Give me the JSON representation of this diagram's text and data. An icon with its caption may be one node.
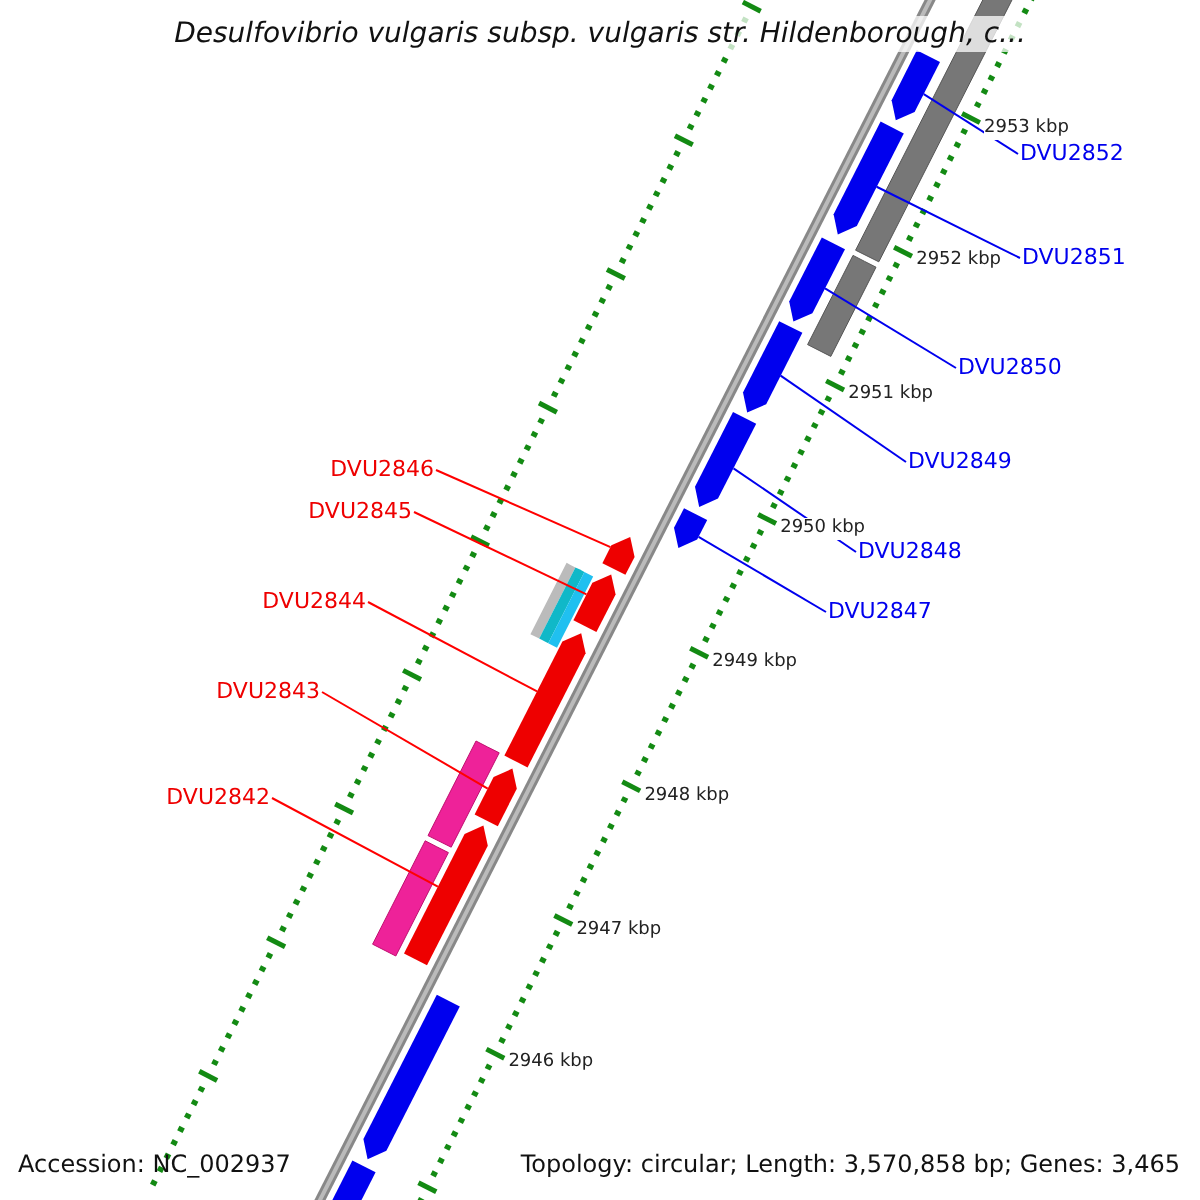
{
  "diagram": {
    "title": "Desulfovibrio vulgaris subsp. vulgaris str. Hildenborough, c...",
    "nodes": [
      {
        "text": [
          "DVU2852"
        ]
      },
      {
        "text": [
          "DVU2851"
        ]
      },
      {
        "text": [
          "DVU2850"
        ]
      },
      {
        "text": [
          "DVU2849"
        ]
      },
      {
        "text": [
          "DVU2848"
        ]
      },
      {
        "text": [
          "DVU2847"
        ]
      },
      {
        "text": [
          "DVU2846"
        ]
      },
      {
        "text": [
          "DVU2845"
        ]
      },
      {
        "text": [
          "DVU2844"
        ]
      },
      {
        "text": [
          "DVU2843"
        ]
      },
      {
        "text": [
          "DVU2842"
        ]
      },
      {
        "text": [],
        "shape": "bar"
      },
      {
        "text": [],
        "shape": "bar"
      },
      {
        "text": [],
        "shape": "bar"
      },
      {
        "text": [],
        "shape": "bar"
      },
      {
        "text": [],
        "shape": "bar"
      },
      {
        "text": [],
        "shape": "bar"
      },
      {
        "text": [],
        "shape": "bar"
      },
      {
        "text": [],
        "shape": "bar"
      },
      {
        "text": [],
        "shape": "bar"
      },
      {
        "text": [],
        "shape": "bar"
      },
      {
        "text": [],
        "shape": "bar"
      },
      {
        "text": [],
        "shape": "bar"
      },
      {
        "text": [],
        "shape": "bar"
      }
    ],
    "edges": [
      {
        "from": 0,
        "to": 11,
        "arrow": "none"
      },
      {
        "from": 1,
        "to": 12,
        "arrow": "none"
      },
      {
        "from": 2,
        "to": 13,
        "arrow": "none"
      },
      {
        "from": 3,
        "to": 14,
        "arrow": "none"
      },
      {
        "from": 4,
        "to": 15,
        "arrow": "none"
      },
      {
        "from": 5,
        "to": 16,
        "arrow": "none"
      },
      {
        "from": 6,
        "to": 17,
        "arrow": "none",
        "color": "#ff0000"
      },
      {
        "from": 7,
        "to": 18,
        "arrow": "none",
        "color": "#ff0000"
      },
      {
        "from": 8,
        "to": 19,
        "arrow": "none",
        "color": "#ff0000"
      },
      {
        "from": 9,
        "to": 20,
        "arrow": "none",
        "color": "#ff0000"
      },
      {
        "from": 10,
        "to": 21,
        "arrow": "none",
        "color": "#ff0000"
      }
    ],
    "labels": [
      "2953 kbp",
      "2952 kbp",
      "2951 kbp",
      "2950 kbp",
      "2949 kbp",
      "2948 kbp",
      "2947 kbp",
      "2946 kbp",
      "Accession: NC_002937",
      "Topology: circular; Length: 3,570,858 bp; Genes: 3,465"
    ]
  }
}
